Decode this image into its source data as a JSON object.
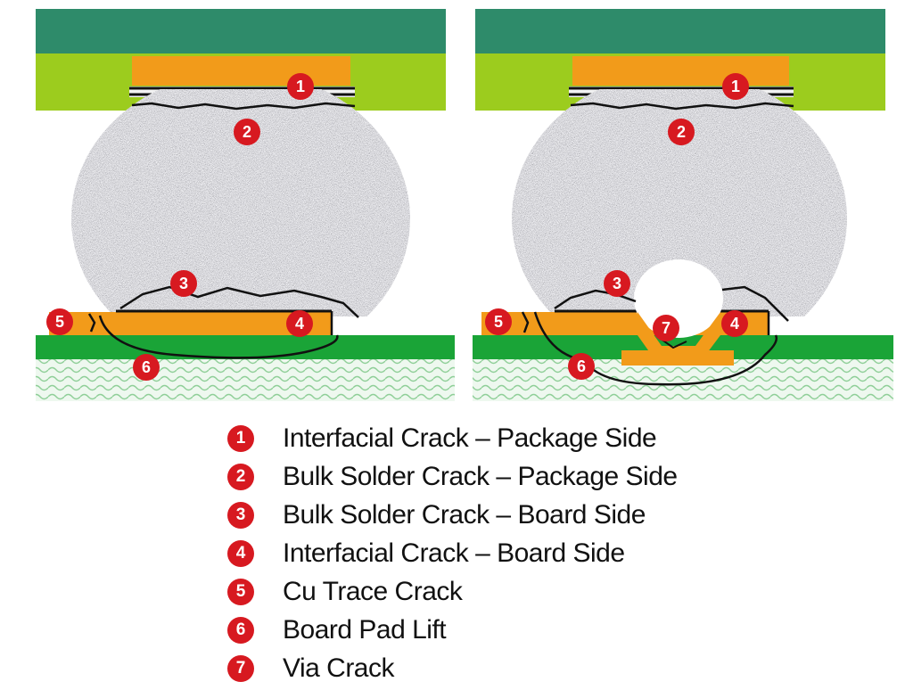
{
  "colors": {
    "package_dark": "#2e8b6a",
    "package_light": "#9ccc1e",
    "pad": "#f29b1a",
    "board": "#1aa437",
    "solder": "#b8b8bc",
    "badge": "#d71920",
    "laminate": "#c9e7cf"
  },
  "badges": [
    "1",
    "2",
    "3",
    "4",
    "5",
    "6",
    "7"
  ],
  "legend": [
    {
      "num": "1",
      "label": "Interfacial Crack – Package Side"
    },
    {
      "num": "2",
      "label": "Bulk Solder Crack – Package Side"
    },
    {
      "num": "3",
      "label": "Bulk Solder Crack – Board Side"
    },
    {
      "num": "4",
      "label": "Interfacial Crack – Board Side"
    },
    {
      "num": "5",
      "label": "Cu Trace Crack"
    },
    {
      "num": "6",
      "label": "Board Pad Lift"
    },
    {
      "num": "7",
      "label": "Via Crack"
    }
  ]
}
